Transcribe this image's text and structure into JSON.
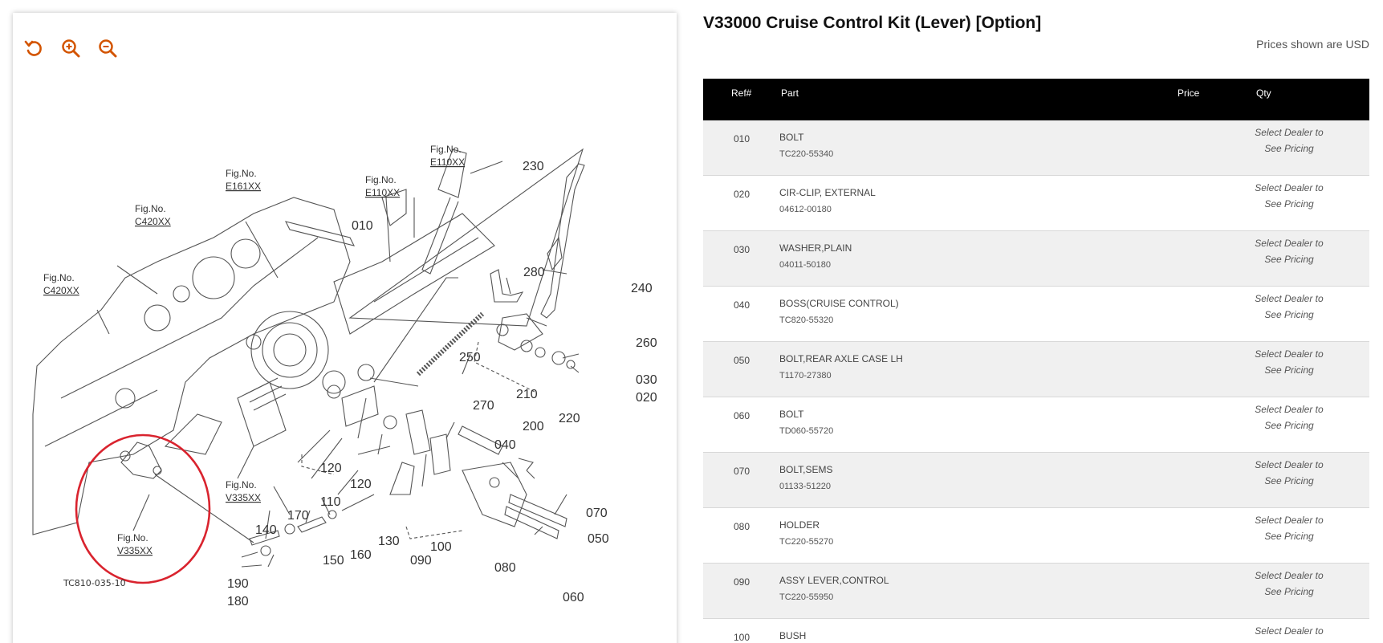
{
  "toolbar": {
    "reset_icon": "reset-icon",
    "zoom_in_icon": "zoom-in-icon",
    "zoom_out_icon": "zoom-out-icon",
    "accent_color": "#d35400"
  },
  "diagram": {
    "figure_code": "TC810-035-10",
    "fig_labels": [
      {
        "l1": "Fig.No.",
        "l2": "E161XX"
      },
      {
        "l1": "Fig.No.",
        "l2": "C420XX"
      },
      {
        "l1": "Fig.No.",
        "l2": "C420XX"
      },
      {
        "l1": "Fig.No.",
        "l2": "E110XX"
      },
      {
        "l1": "Fig.No.",
        "l2": "E110XX"
      },
      {
        "l1": "Fig.No.",
        "l2": "V335XX"
      },
      {
        "l1": "Fig.No.",
        "l2": "V335XX"
      }
    ],
    "refs": [
      "010",
      "230",
      "240",
      "260",
      "280",
      "250",
      "270",
      "210",
      "220",
      "200",
      "030",
      "020",
      "120",
      "120",
      "110",
      "040",
      "070",
      "050",
      "060",
      "170",
      "140",
      "150",
      "160",
      "130",
      "100",
      "090",
      "080",
      "190",
      "180"
    ],
    "highlight_color": "#d9232e"
  },
  "parts": {
    "title": "V33000 Cruise Control Kit (Lever) [Option]",
    "currency_note": "Prices shown are USD",
    "headers": {
      "ref": "Ref#",
      "part": "Part",
      "price": "Price",
      "qty": "Qty"
    },
    "pricing_line1": "Select Dealer to",
    "pricing_line2": "See Pricing",
    "rows": [
      {
        "ref": "010",
        "name": "BOLT",
        "number": "TC220-55340"
      },
      {
        "ref": "020",
        "name": "CIR-CLIP, EXTERNAL",
        "number": "04612-00180"
      },
      {
        "ref": "030",
        "name": "WASHER,PLAIN",
        "number": "04011-50180"
      },
      {
        "ref": "040",
        "name": "BOSS(CRUISE CONTROL)",
        "number": "TC820-55320"
      },
      {
        "ref": "050",
        "name": "BOLT,REAR AXLE CASE LH",
        "number": "T1170-27380"
      },
      {
        "ref": "060",
        "name": "BOLT",
        "number": "TD060-55720"
      },
      {
        "ref": "070",
        "name": "BOLT,SEMS",
        "number": "01133-51220"
      },
      {
        "ref": "080",
        "name": "HOLDER",
        "number": "TC220-55270"
      },
      {
        "ref": "090",
        "name": "ASSY LEVER,CONTROL",
        "number": "TC220-55950"
      },
      {
        "ref": "100",
        "name": "BUSH",
        "number": ""
      }
    ]
  }
}
